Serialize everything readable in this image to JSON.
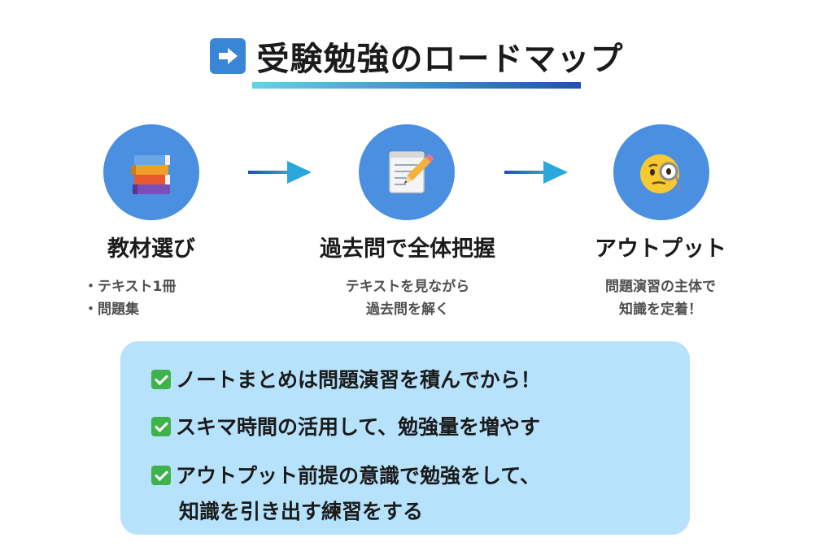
{
  "title": "受験勉強のロードマップ",
  "title_icon": "right-arrow-icon",
  "steps": [
    {
      "icon": "books-icon",
      "title": "教材選び",
      "desc": [
        "・テキスト1冊",
        "・問題集"
      ]
    },
    {
      "icon": "memo-pencil-icon",
      "title": "過去問で全体把握",
      "desc": [
        "テキストを見ながら",
        "過去問を解く"
      ]
    },
    {
      "icon": "monocle-face-icon",
      "title": "アウトプット",
      "desc": [
        "問題演習の主体で",
        "知識を定着！"
      ]
    }
  ],
  "tips": [
    "ノートまとめは問題演習を積んでから！",
    "スキマ時間の活用して、勉強量を増やす",
    "アウトプット前提の意識で勉強をして、"
  ],
  "tips_continuation": "知識を引き出す練習をする",
  "colors": {
    "circle": "#4a8fe0",
    "box": "#b6e2fb",
    "check": "#3db34a",
    "title_icon": "#3a86d6"
  }
}
